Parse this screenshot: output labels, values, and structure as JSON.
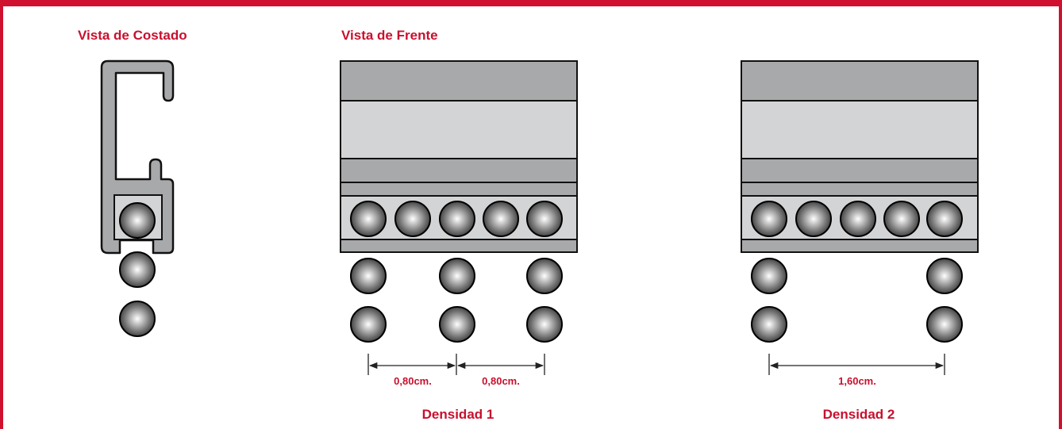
{
  "headings": {
    "side_view": "Vista de Costado",
    "front_view": "Vista de Frente"
  },
  "measurements": {
    "d1_left": "0,80cm.",
    "d1_right": "0,80cm.",
    "d2": "1,60cm."
  },
  "densities": {
    "d1": "Densidad 1",
    "d2": "Densidad 2"
  },
  "colors": {
    "accent": "#c8102e",
    "frame": "#d0102f",
    "profile_gray": "#a8a9ab",
    "light_gray": "#d3d4d6",
    "outline": "#111111"
  }
}
